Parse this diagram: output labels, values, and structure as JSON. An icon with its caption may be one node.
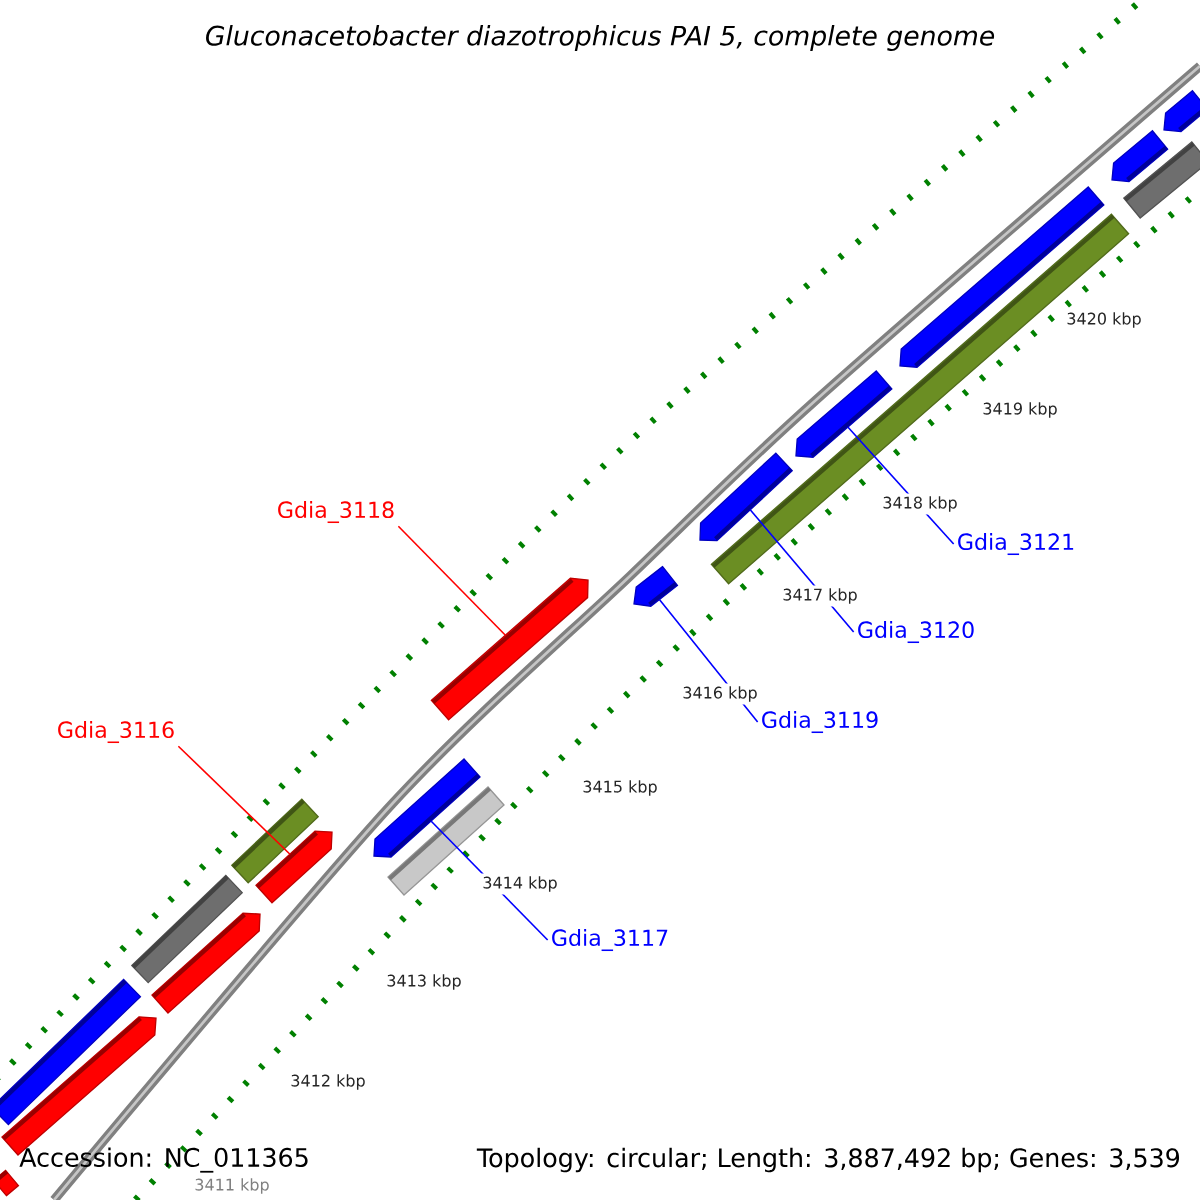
{
  "diagram": {
    "title": "*Gluconacetobacter diazotrophicus* PAI 5, complete genome",
    "nodes": [
      {
        "text": [
          "Gdia_3118"
        ]
      },
      {
        "text": [
          "Gdia_3121"
        ]
      },
      {
        "text": [
          "Gdia_3120"
        ]
      },
      {
        "text": [
          "Gdia_3119"
        ]
      },
      {
        "text": [
          "Gdia_3116"
        ]
      },
      {
        "text": [
          "Gdia_3117"
        ]
      },
      {
        "text": [],
        "shape": "bar"
      },
      {
        "text": [],
        "shape": "bar"
      },
      {
        "text": [],
        "shape": "bar"
      },
      {
        "text": [],
        "shape": "bar"
      },
      {
        "text": [],
        "shape": "bar"
      },
      {
        "text": [],
        "shape": "bar"
      },
      {
        "text": [],
        "shape": "bar"
      },
      {
        "text": [],
        "shape": "bar"
      },
      {
        "text": [],
        "shape": "bar"
      },
      {
        "text": [],
        "shape": "bar"
      },
      {
        "text": [],
        "shape": "bar"
      },
      {
        "text": [],
        "shape": "bar"
      },
      {
        "text": [],
        "shape": "bar"
      },
      {
        "text": [],
        "shape": "bar"
      },
      {
        "text": [],
        "shape": "bar"
      },
      {
        "text": [],
        "shape": "bar"
      },
      {
        "text": [],
        "shape": "bar"
      },
      {
        "text": [],
        "shape": "bar"
      }
    ],
    "edges": [
      {
        "from": 0,
        "to": 15,
        "arrow": "none",
        "color": "#ff0000"
      },
      {
        "from": 1,
        "to": 19,
        "arrow": "none"
      },
      {
        "from": 2,
        "to": 17,
        "arrow": "none"
      },
      {
        "from": 3,
        "to": 16,
        "arrow": "none"
      },
      {
        "from": 4,
        "to": 12,
        "arrow": "none",
        "color": "#ff0000"
      },
      {
        "from": 5,
        "to": 13,
        "arrow": "none"
      }
    ],
    "labels": [
      "3420 kbp",
      "3419 kbp",
      "3418 kbp",
      "3417 kbp",
      "3416 kbp",
      "3415 kbp",
      "3414 kbp",
      "3413 kbp",
      "3412 kbp",
      "3411 kbp",
      "Accession: NC_011365",
      "Topology: circular; Length: 3,887,492 bp; Genes: 3,539"
    ]
  }
}
